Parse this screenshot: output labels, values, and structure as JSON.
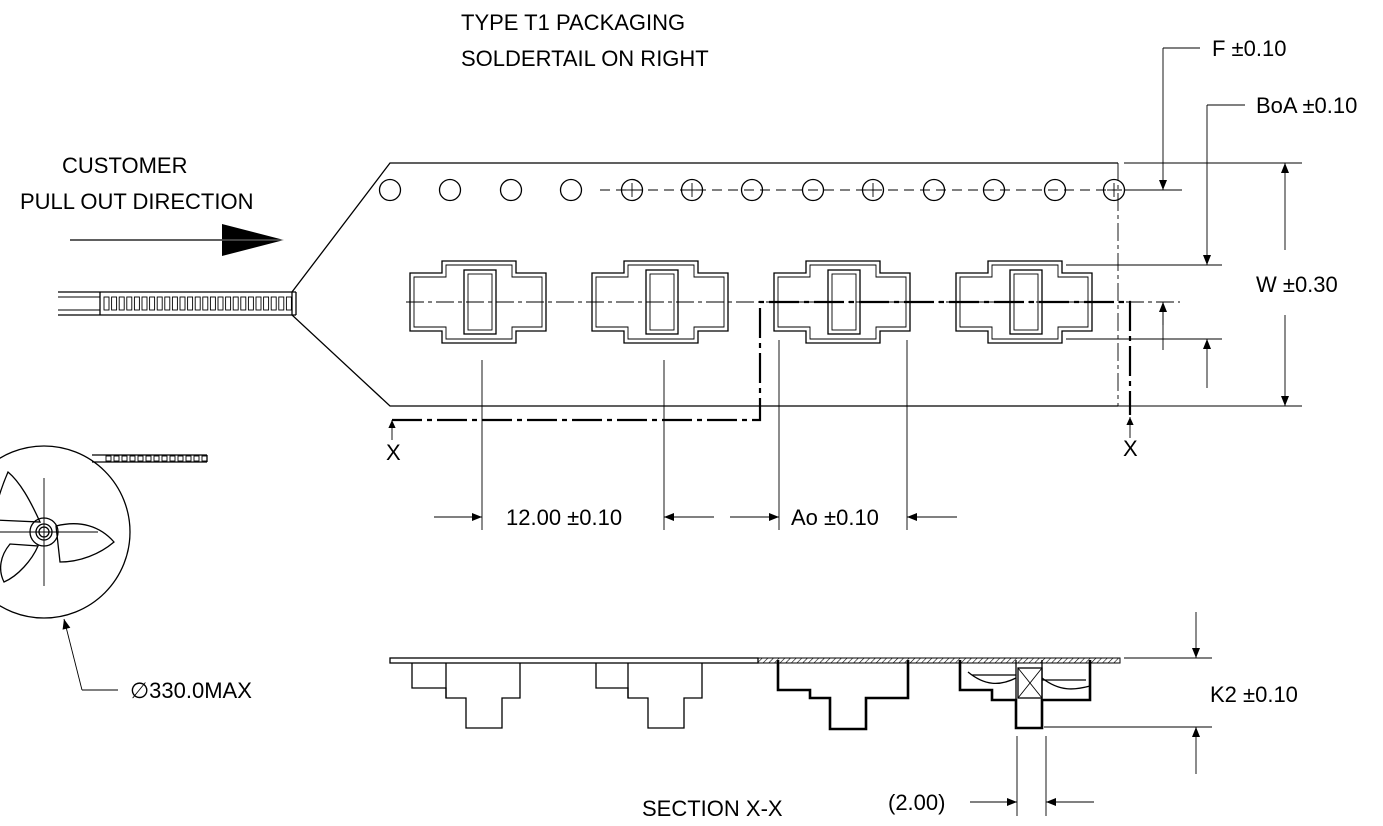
{
  "title": {
    "line1": "TYPE T1 PACKAGING",
    "line2": "SOLDERTAIL ON RIGHT"
  },
  "direction": {
    "line1": "CUSTOMER",
    "line2": "PULL OUT DIRECTION"
  },
  "dimensions": {
    "f": "F ±0.10",
    "boa": "BoA ±0.10",
    "w": "W ±0.30",
    "pitch": "12.00 ±0.10",
    "ao": "Ao ±0.10",
    "reel": "∅330.0MAX",
    "k2": "K2 ±0.10",
    "tail": "(2.00)"
  },
  "section": {
    "marker_left": "X",
    "marker_right": "X",
    "label": "SECTION X-X"
  }
}
